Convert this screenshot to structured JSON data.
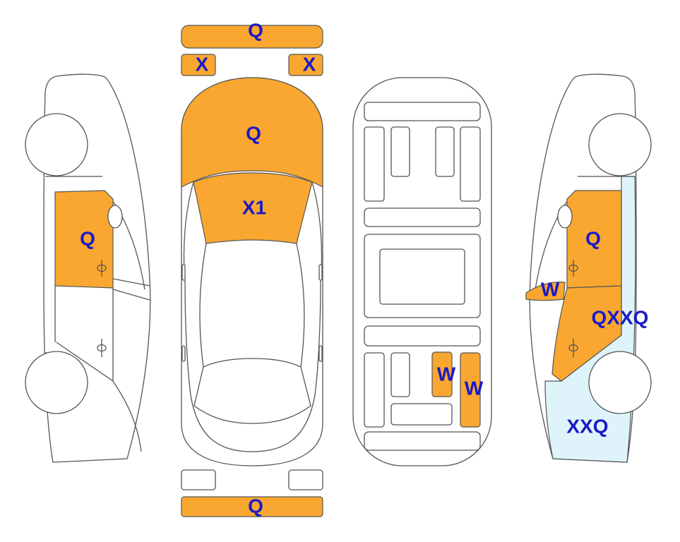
{
  "colors": {
    "damage_fill": "#F9A730",
    "light_fill": "#DFF4FA",
    "label": "#1A1AC8",
    "outline": "#555555"
  },
  "labels": {
    "front_bumper": "Q",
    "front_left_headlight": "X",
    "front_right_headlight": "X",
    "hood": "Q",
    "windshield": "X1",
    "rear_bumper": "Q",
    "left_front_door": "Q",
    "right_front_door": "Q",
    "right_mirror": "W",
    "right_rear_door": "QXXQ",
    "right_rear_quarter": "XXQ",
    "floor_panel_a": "W",
    "floor_panel_b": "W"
  }
}
